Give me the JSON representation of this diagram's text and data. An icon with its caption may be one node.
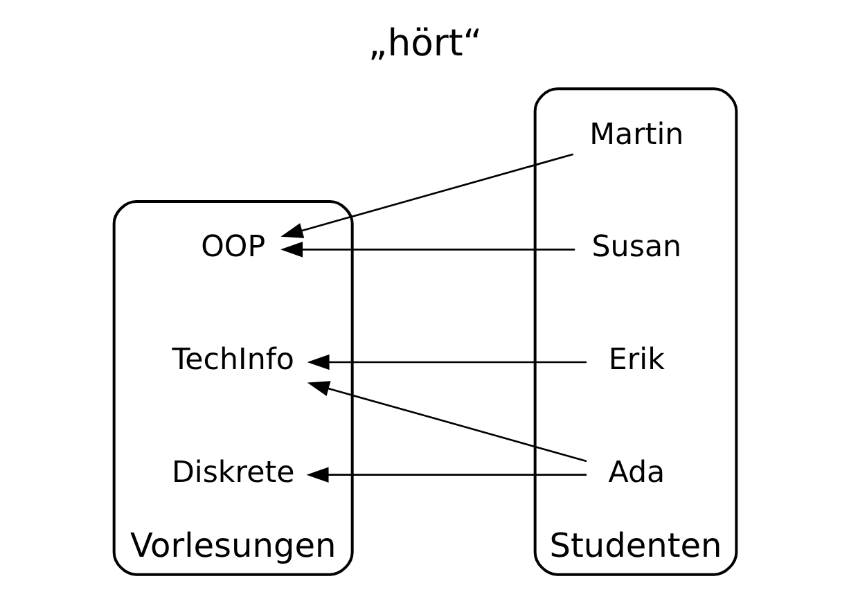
{
  "diagram": {
    "title": "„hört“",
    "nodes": [
      {
        "text": [
          "Vorlesungen"
        ]
      },
      {
        "text": [
          "OOP"
        ],
        "in": 0
      },
      {
        "text": [
          "TechInfo"
        ],
        "in": 0
      },
      {
        "text": [
          "Diskrete"
        ],
        "in": 0
      },
      {
        "text": [
          "Studenten"
        ]
      },
      {
        "text": [
          "Martin"
        ],
        "in": 4
      },
      {
        "text": [
          "Susan"
        ],
        "in": 4
      },
      {
        "text": [
          "Erik"
        ],
        "in": 4
      },
      {
        "text": [
          "Ada"
        ],
        "in": 4
      }
    ],
    "edges": [
      {
        "from": 5,
        "to": 1,
        "arrow": "to"
      },
      {
        "from": 6,
        "to": 1,
        "arrow": "to"
      },
      {
        "from": 7,
        "to": 2,
        "arrow": "to"
      },
      {
        "from": 8,
        "to": 2,
        "arrow": "to"
      },
      {
        "from": 8,
        "to": 3,
        "arrow": "to"
      }
    ]
  }
}
